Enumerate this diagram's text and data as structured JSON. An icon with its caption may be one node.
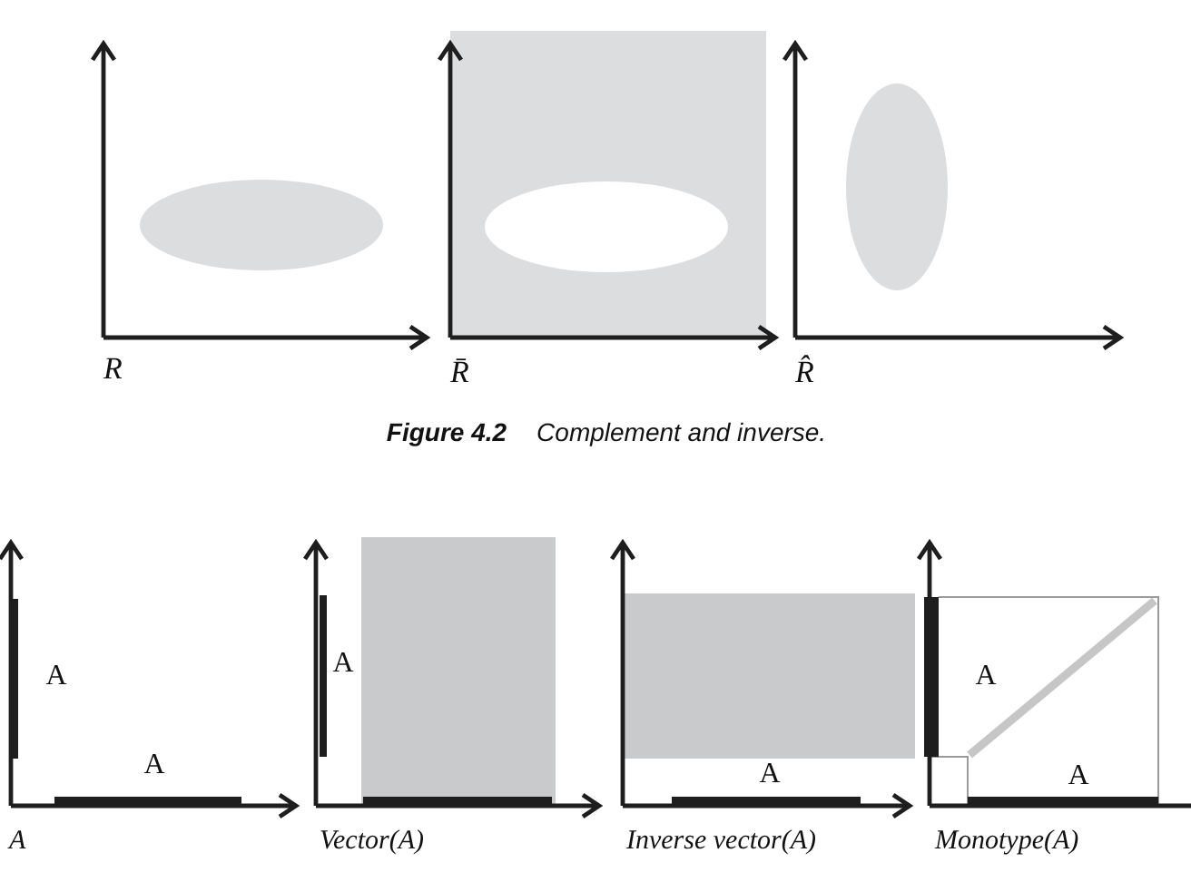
{
  "diagram": {
    "caption": "**Figure 4.2** Complement and inverse.",
    "labels": [
      "R",
      "R̄",
      "R̂",
      "A",
      "A",
      "A",
      "A",
      "Vector(A)",
      "A",
      "Inverse vector(A)",
      "A",
      "A",
      "Monotype(A)"
    ]
  }
}
